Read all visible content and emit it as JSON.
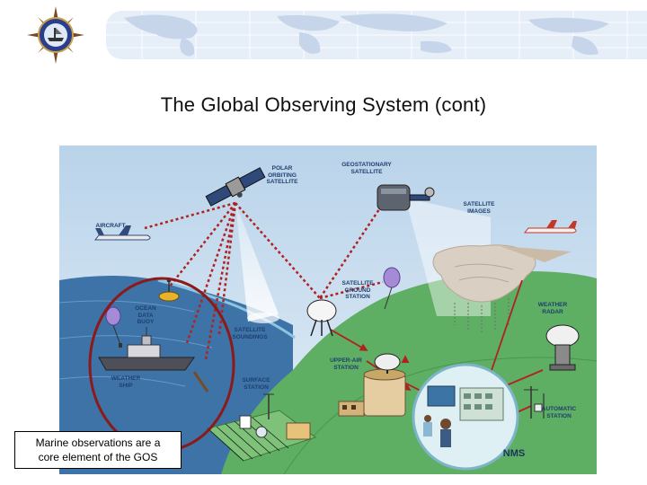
{
  "slide": {
    "title": "The Global Observing System (cont)"
  },
  "callout": {
    "line1": "Marine observations are a",
    "line2": "core element of the GOS"
  },
  "labels": {
    "polar": "POLAR\nORBITING\nSATELLITE",
    "geo": "GEOSTATIONARY\nSATELLITE",
    "sat_images": "SATELLITE\nIMAGES",
    "aircraft": "AIRCRAFT",
    "ground_station": "SATELLITE\nGROUND\nSTATION",
    "buoy": "OCEAN\nDATA\nBUOY",
    "soundings": "SATELLITE\nSOUNDINGS",
    "radar": "WEATHER\nRADAR",
    "ship": "WEATHER\nSHIP",
    "upper_air": "UPPER-AIR\nSTATION",
    "surface": "SURFACE\nSTATION",
    "auto": "AUTOMATIC\nSTATION",
    "nms": "NMS"
  },
  "colors": {
    "sky": "#c9dff0",
    "ocean": "#3d73a7",
    "land": "#5eae63",
    "link": "#b02222",
    "highlight": "#8b1a1a"
  }
}
